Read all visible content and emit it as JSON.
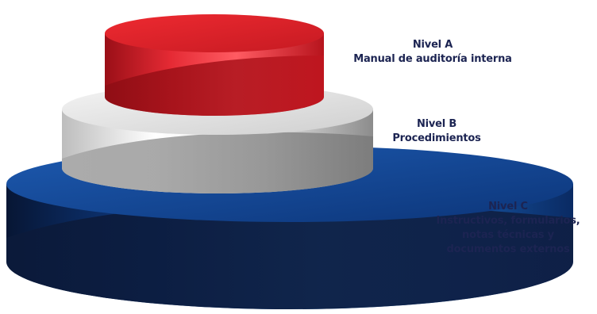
{
  "tiers": [
    {
      "level": "Nivel A",
      "lines": [
        "Manual de auditoría interna"
      ],
      "color": "#d81f2a"
    },
    {
      "level": "Nivel B",
      "lines": [
        "Procedimientos"
      ],
      "color": "#d9d9d9"
    },
    {
      "level": "Nivel C",
      "lines": [
        "Instructivos, formularios,",
        "notas técnicas y",
        "documentos externos"
      ],
      "color": "#0f3f8c"
    }
  ],
  "label_color": "#1c2452"
}
